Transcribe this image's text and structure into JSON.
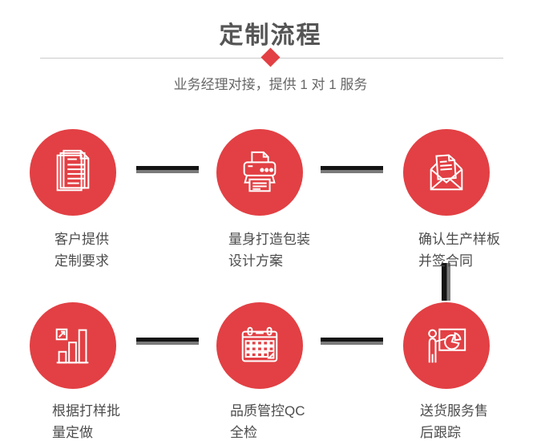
{
  "header": {
    "title": "定制流程",
    "subtitle": "业务经理对接，提供 1 对 1 服务"
  },
  "colors": {
    "accent_red": "#E24044",
    "title_gray": "#555555",
    "text_gray": "#4D4D4D",
    "subtitle_gray": "#666666",
    "divider_gray": "#CCCCCC",
    "connector_black": "#141414",
    "connector_gray": "#7A7A7A",
    "icon_stroke": "#FFFFFF"
  },
  "steps": [
    {
      "icon": "documents-icon",
      "label_line1": "客户提供",
      "label_line2": "定制要求"
    },
    {
      "icon": "printer-icon",
      "label_line1": "量身打造包装",
      "label_line2": "设计方案"
    },
    {
      "icon": "envelope-icon",
      "label_line1": "确认生产样板",
      "label_line2": "并签合同"
    },
    {
      "icon": "bar-chart-icon",
      "label_line1": "根据打样批",
      "label_line2": "量定做"
    },
    {
      "icon": "calendar-icon",
      "label_line1": "品质管控QC",
      "label_line2": "全检"
    },
    {
      "icon": "presentation-icon",
      "label_line1": "送货服务售",
      "label_line2": "后跟踪"
    }
  ]
}
